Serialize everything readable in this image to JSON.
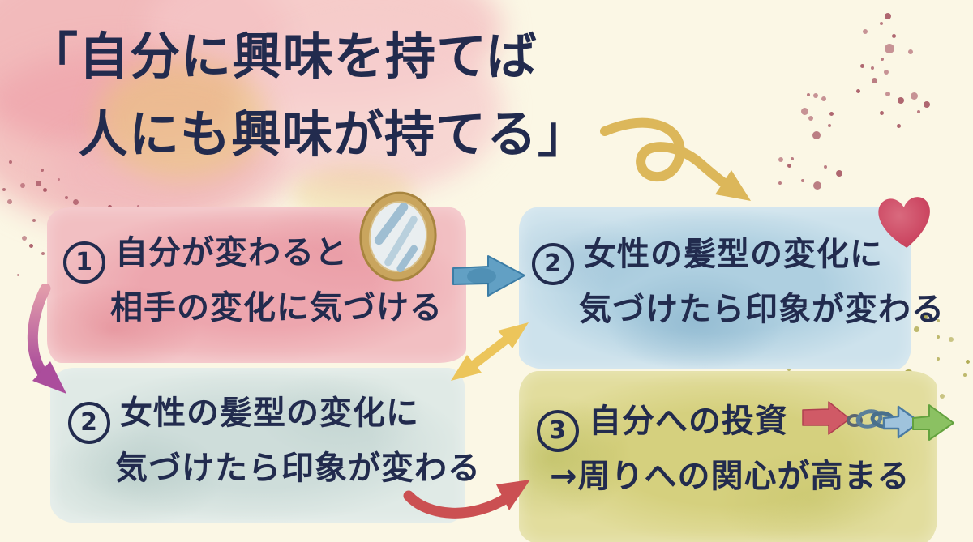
{
  "title": {
    "line1": "「自分に興味を持てば",
    "line2": "人にも興味が持てる」"
  },
  "boxes": [
    {
      "number": "1",
      "line1": "自分が変わると",
      "line2": "相手の変化に気づける"
    },
    {
      "number": "2",
      "line1": "女性の髪型の変化に",
      "line2": "気づけたら印象が変わる"
    },
    {
      "number": "2",
      "line1": "女性の髪型の変化に",
      "line2": "気づけたら印象が変わる"
    },
    {
      "number": "3",
      "line1": "自分への投資",
      "line2": "→周りへの関心が高まる"
    }
  ],
  "icons": [
    "mirror-icon",
    "heart-icon",
    "chain-arrows-icon"
  ],
  "arrows": [
    {
      "name": "blue-right-arrow",
      "from": "box-1",
      "to": "box-2",
      "color": "#5f9dc1"
    },
    {
      "name": "yellow-loop-arrow",
      "from": "title",
      "to": "box-2",
      "color": "#dcb75a"
    },
    {
      "name": "yellow-double-arrow",
      "from": "box-2",
      "to": "box-3",
      "color": "#ecc55b"
    },
    {
      "name": "pink-curve-arrow",
      "from": "box-1",
      "to": "box-3",
      "color": "#b65aa0"
    },
    {
      "name": "red-curve-arrow",
      "from": "box-3",
      "to": "box-4",
      "color": "#cb5052"
    }
  ],
  "colors": {
    "background": "#fbf7e5",
    "ink": "#222b4e",
    "box1": "#eda6ae",
    "box2": "#aecfe0",
    "box3": "#ceddda",
    "box4": "#d5d07e",
    "heart": "#cc4762",
    "mirror_frame": "#c09a55",
    "splatter_maroon": "#9c4253",
    "splatter_olive": "#a09a33"
  },
  "decorations": {
    "splatter_clusters": [
      {
        "name": "splatter-top-right-maroon",
        "color": "#9c4253",
        "dots": [
          [
            1095,
            20,
            4
          ],
          [
            1087,
            29,
            2
          ],
          [
            1067,
            39,
            3
          ],
          [
            1102,
            44,
            2.5
          ],
          [
            1097,
            60,
            6
          ],
          [
            1123,
            64,
            3
          ],
          [
            1088,
            73,
            2
          ],
          [
            1063,
            81,
            2.5
          ],
          [
            1076,
            84,
            2
          ],
          [
            1093,
            89,
            3
          ],
          [
            1078,
            99,
            3.5
          ],
          [
            1058,
            112,
            2.5
          ],
          [
            997,
            117,
            2
          ],
          [
            1006,
            118,
            3
          ],
          [
            1016,
            122,
            3
          ],
          [
            1095,
            116,
            3
          ],
          [
            1111,
            124,
            4
          ],
          [
            1127,
            118,
            4.5
          ],
          [
            1143,
            129,
            4
          ],
          [
            992,
            137,
            4.5
          ],
          [
            1025,
            140,
            2.5
          ],
          [
            1087,
            139,
            2.5
          ],
          [
            1133,
            138,
            2
          ],
          [
            1000,
            146,
            3
          ],
          [
            1023,
            155,
            2
          ],
          [
            1007,
            167,
            5
          ],
          [
            1108,
            155,
            2.5
          ],
          [
            963,
            197,
            3
          ],
          [
            977,
            196,
            2
          ],
          [
            973,
            204,
            2.5
          ],
          [
            1035,
            214,
            4
          ],
          [
            1018,
            206,
            2
          ],
          [
            990,
            223,
            2
          ],
          [
            1008,
            229,
            5
          ],
          [
            962,
            226,
            2
          ]
        ]
      },
      {
        "name": "splatter-left-maroon",
        "color": "#9c4253",
        "dots": [
          [
            13,
            200,
            2
          ],
          [
            52,
            210,
            2
          ],
          [
            72,
            221,
            1.5
          ],
          [
            28,
            229,
            3
          ],
          [
            47,
            226,
            3.5
          ],
          [
            55,
            234,
            2.5
          ],
          [
            5,
            234,
            2
          ],
          [
            12,
            249,
            3
          ],
          [
            82,
            244,
            2
          ],
          [
            93,
            249,
            3.5
          ],
          [
            42,
            272,
            2
          ],
          [
            30,
            294,
            3
          ],
          [
            38,
            303,
            2.5
          ],
          [
            53,
            313,
            2
          ],
          [
            22,
            339,
            1.5
          ],
          [
            135,
            255,
            2.5
          ],
          [
            170,
            254,
            1.5
          ]
        ]
      },
      {
        "name": "splatter-right-olive",
        "color": "#a09a33",
        "dots": [
          [
            1140,
            391,
            4
          ],
          [
            1157,
            396,
            2
          ],
          [
            1130,
            406,
            3.5
          ],
          [
            1173,
            419,
            3
          ],
          [
            1157,
            416,
            2
          ],
          [
            1090,
            414,
            3
          ],
          [
            1157,
            443,
            2
          ],
          [
            1193,
            446,
            2.5
          ],
          [
            995,
            438,
            2
          ],
          [
            1027,
            433,
            2
          ],
          [
            1050,
            444,
            2.5
          ],
          [
            1077,
            448,
            3
          ],
          [
            1100,
            453,
            2
          ],
          [
            1008,
            463,
            2
          ],
          [
            1120,
            461,
            5.5
          ],
          [
            1060,
            481,
            3.5
          ],
          [
            1162,
            489,
            3
          ],
          [
            1118,
            483,
            4
          ],
          [
            1190,
            463,
            2
          ],
          [
            973,
            456,
            2
          ]
        ]
      }
    ]
  }
}
